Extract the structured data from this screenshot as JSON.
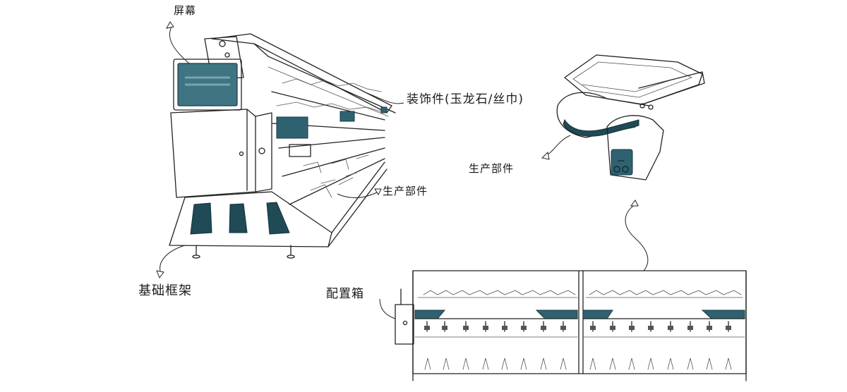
{
  "labels": {
    "screen": "屏幕",
    "decoration": "装饰件(玉龙石/丝巾)",
    "production_left": "生产部件",
    "base_frame": "基础框架",
    "production_right": "生产部件",
    "config_box": "配置箱"
  },
  "colors": {
    "ink": "#222222",
    "accent_teal": "#2f6270",
    "paper": "#ffffff"
  }
}
